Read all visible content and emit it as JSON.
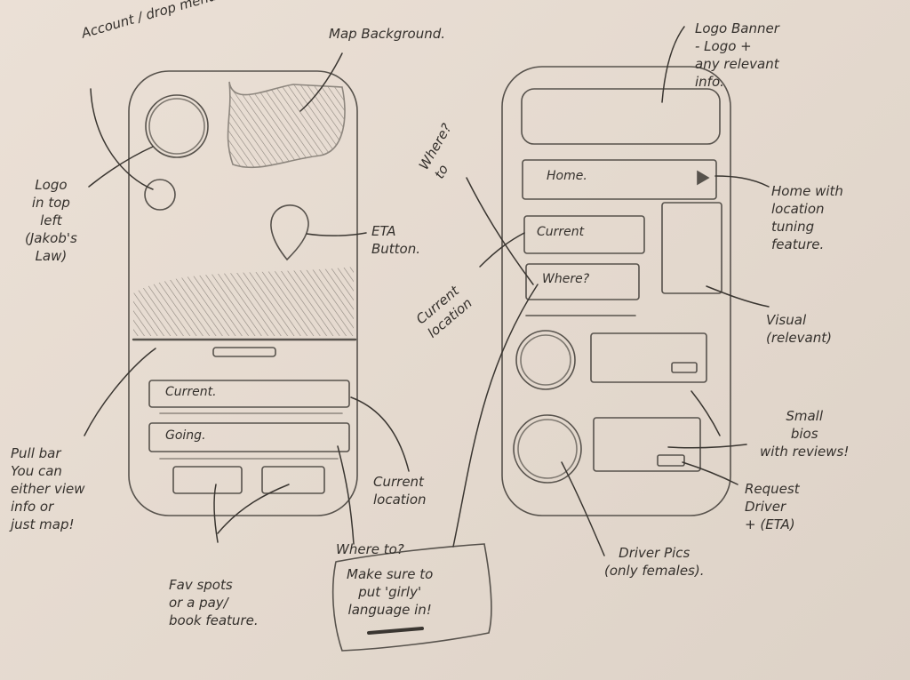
{
  "left_screen": {
    "current_field": "Current.",
    "going_field": "Going."
  },
  "right_screen": {
    "home_field": "Home.",
    "current_field": "Current",
    "where_field": "Where?"
  },
  "annotations": {
    "account": "Account / drop menu.",
    "map": "Map Background.",
    "logo": "Logo\nin top\nleft\n(Jakob's\nLaw)",
    "eta": "ETA\nButton.",
    "pull_bar": "Pull bar\nYou can\neither view\ninfo or\njust map!",
    "fav_spots": "Fav spots\nor a pay/\nbook feature.",
    "current_location_left": "Current\nlocation",
    "where_to_box": "Where to?",
    "girly_note": "Make sure to\nput 'girly'\nlanguage in!",
    "logo_banner": "Logo Banner\n- Logo +\nany relevant\ninfo.",
    "where_to_right": "Where?\nto",
    "current_location_right": "Current\nlocation",
    "home_tuning": "Home with\nlocation\ntuning\nfeature.",
    "visual": "Visual\n(relevant)",
    "small_bios": "Small\nbios\nwith reviews!",
    "request_driver": "Request\nDriver\n+ (ETA)",
    "driver_pics": "Driver Pics\n(only females)."
  }
}
